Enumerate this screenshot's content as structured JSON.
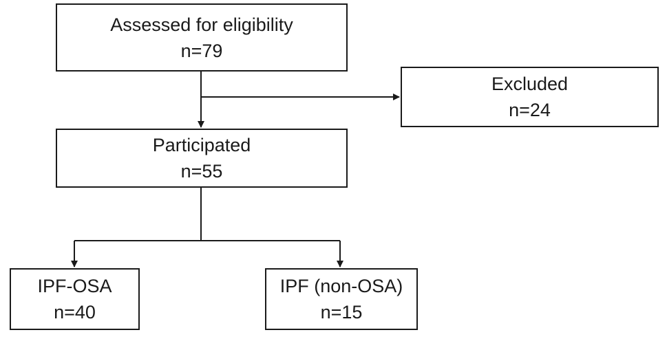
{
  "boxes": {
    "assessed": {
      "title": "Assessed for eligibility",
      "count": "n=79"
    },
    "excluded": {
      "title": "Excluded",
      "count": "n=24"
    },
    "participated": {
      "title": "Participated",
      "count": "n=55"
    },
    "ipf_osa": {
      "title": "IPF-OSA",
      "count": "n=40"
    },
    "ipf_non_osa": {
      "title": "IPF (non-OSA)",
      "count": "n=15"
    }
  },
  "colors": {
    "line": "#1a1a1a",
    "background": "#ffffff"
  }
}
